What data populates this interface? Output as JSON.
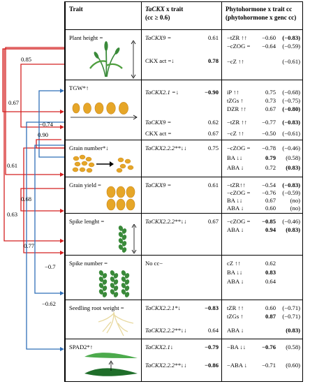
{
  "header": {
    "trait": "Trait",
    "ckx_gene": "TaCKX",
    "ckx_rest": " x trait",
    "ckx_sub": "(cc ≥ 0.6)",
    "phyto_line1": "Phytohormone x trait cc",
    "phyto_line2": "(phytohormone x genc cc)"
  },
  "rows": [
    {
      "trait": "Plant height =",
      "ckx": [
        {
          "gene": "TaCKX9 =",
          "val": "0.61",
          "bold": false
        },
        {
          "gene": "CKX act =↓",
          "val": "0.78",
          "bold": true
        }
      ],
      "phyto": [
        {
          "h": "−tZR ↑↑",
          "v": "−0.60",
          "g": "(−0.83)",
          "vb": false,
          "gb": true
        },
        {
          "h": "−cZOG =",
          "v": "−0.64",
          "g": "(−0.59)",
          "vb": false,
          "gb": false
        },
        {
          "h": "−cZ ↑↑",
          "v": "",
          "g": "(−0.61)",
          "vb": false,
          "gb": false
        }
      ]
    },
    {
      "trait": "TGW*↑",
      "ckx": [
        {
          "gene": "TaCKX2.1 =↓",
          "val": "−0.90",
          "bold": true
        },
        {
          "gene": "TaCKX9 =",
          "val": "0.62",
          "bold": false
        },
        {
          "gene": "CKX act =",
          "val": "0.67",
          "bold": false
        }
      ],
      "phyto": [
        {
          "h": "iP ↑↑",
          "v": "0.75",
          "g": "(−0.68)",
          "vb": false,
          "gb": false
        },
        {
          "h": "tZGs ↑",
          "v": "0.73",
          "g": "(−0.75)",
          "vb": false,
          "gb": false
        },
        {
          "h": "DZR ↑↑",
          "v": "0.67",
          "g": "(−0.80)",
          "vb": false,
          "gb": true
        },
        {
          "h": "−tZR ↑↑",
          "v": "−0.77",
          "g": "(−0.83)",
          "vb": false,
          "gb": true
        },
        {
          "h": "−cZ ↑↑",
          "v": "−0.50",
          "g": "(−0.61)",
          "vb": false,
          "gb": false
        }
      ]
    },
    {
      "trait": "Grain number*↓",
      "ckx": [
        {
          "gene": "TaCKX2.2.2**↓↓",
          "val": "0.75",
          "bold": false
        }
      ],
      "phyto": [
        {
          "h": "−cZOG =",
          "v": "−0.78",
          "g": "(−0.46)",
          "vb": false,
          "gb": false
        },
        {
          "h": "BA ↓↓",
          "v": "0.79",
          "g": "(0.58)",
          "vb": true,
          "gb": false
        },
        {
          "h": "ABA ↓",
          "v": "0.72",
          "g": "(0.83)",
          "vb": false,
          "gb": true
        }
      ]
    },
    {
      "trait": "Grain yield =",
      "ckx": [
        {
          "gene": "TaCKX9 =",
          "val": "0.61",
          "bold": false
        }
      ],
      "phyto": [
        {
          "h": "−tZR↑↑",
          "v": "−0.54",
          "g": "(−0.83)",
          "vb": false,
          "gb": true
        },
        {
          "h": "−cZOG =",
          "v": "−0.76",
          "g": "(−0.59)",
          "vb": false,
          "gb": false
        },
        {
          "h": "BA ↓↓",
          "v": "0.67",
          "g": "(no)",
          "vb": false,
          "gb": false
        },
        {
          "h": "ABA ↓",
          "v": "0.60",
          "g": "(no)",
          "vb": false,
          "gb": false
        }
      ]
    },
    {
      "trait": "Spike lenght =",
      "ckx": [
        {
          "gene": "TaCKX2.2.2**↓↓",
          "val": "0.67",
          "bold": false
        }
      ],
      "phyto": [
        {
          "h": "−cZOG =",
          "v": "−0.85",
          "g": "(−0.46)",
          "vb": true,
          "gb": false
        },
        {
          "h": "ABA ↓",
          "v": "0.94",
          "g": "(0.83)",
          "vb": true,
          "gb": true
        }
      ]
    },
    {
      "trait": "Spike number =",
      "ckx": [
        {
          "gene": "No cc−",
          "val": "",
          "bold": false
        }
      ],
      "phyto": [
        {
          "h": "cZ ↑↑",
          "v": "0.62",
          "g": "",
          "vb": false,
          "gb": false
        },
        {
          "h": "BA ↓↓",
          "v": "0.83",
          "g": "",
          "vb": true,
          "gb": false
        },
        {
          "h": "ABA ↓",
          "v": "0.64",
          "g": "",
          "vb": false,
          "gb": false
        }
      ]
    },
    {
      "trait": "Seedling root weight =",
      "ckx": [
        {
          "gene": "TaCKX2.2.1*↓",
          "val": "−0.83",
          "bold": true
        },
        {
          "gene": "TaCKX2.2.2**↓↓",
          "val": "0.64",
          "bold": false
        }
      ],
      "phyto": [
        {
          "h": "tZR ↑↑",
          "v": "0.60",
          "g": "(−0.71)",
          "vb": false,
          "gb": false
        },
        {
          "h": "tZGs ↑",
          "v": "0.87",
          "g": "(−0.71)",
          "vb": true,
          "gb": false
        },
        {
          "h": "ABA ↓",
          "v": "",
          "g": "(0.83)",
          "vb": false,
          "gb": true
        }
      ]
    },
    {
      "trait": "SPAD2*↑",
      "ckx": [
        {
          "gene": "TaCKX2.1↓",
          "val": "−0.79",
          "bold": true
        },
        {
          "gene": "TaCKX2.2.2**↓↓",
          "val": "−0.86",
          "bold": true
        }
      ],
      "phyto": [
        {
          "h": "−BA ↓↓",
          "v": "−0.76",
          "g": "(0.58)",
          "vb": true,
          "gb": false
        },
        {
          "h": "−ABA ↓",
          "v": "−0.71",
          "g": "(0.60)",
          "vb": false,
          "gb": false
        }
      ]
    }
  ],
  "links": [
    {
      "label": "0.85",
      "color": "#d42020"
    },
    {
      "label": "0.67",
      "color": "#d42020"
    },
    {
      "label": "−0.74",
      "color": "#2f6fb8"
    },
    {
      "label": "0.90",
      "color": "#d42020"
    },
    {
      "label": "0.61",
      "color": "#d42020"
    },
    {
      "label": "0.68",
      "color": "#d42020"
    },
    {
      "label": "0.63",
      "color": "#d42020"
    },
    {
      "label": "0.77",
      "color": "#d42020"
    },
    {
      "label": "−0.7",
      "color": "#2f6fb8"
    },
    {
      "label": "−0.62",
      "color": "#2f6fb8"
    }
  ],
  "colors": {
    "red": "#d42020",
    "blue": "#2f6fb8",
    "plant_green": "#3a8a3a",
    "grain": "#e6a628"
  }
}
